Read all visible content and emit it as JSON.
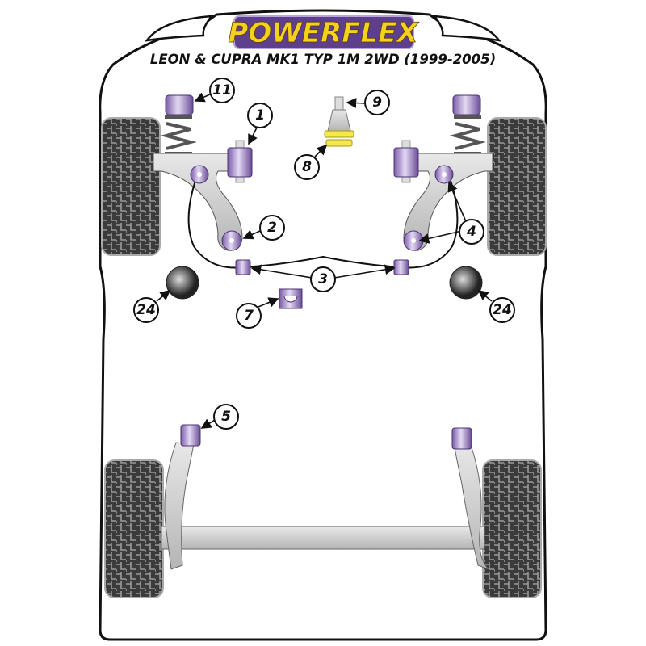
{
  "brand": {
    "name": "POWERFLEX",
    "colors": {
      "purple": "#6b4a9a",
      "yellow": "#f4d21c"
    }
  },
  "title": "LEON & CUPRA MK1 TYP 1M 2WD (1999-2005)",
  "callouts": {
    "c11": "11",
    "c1": "1",
    "c9": "9",
    "c8": "8",
    "c2": "2",
    "c4": "4",
    "c3": "3",
    "c24_left": "24",
    "c7": "7",
    "c24_right": "24",
    "c5": "5"
  },
  "colors": {
    "bush": "#b9a3dc",
    "bush_dark": "#6f4f9d",
    "metal": "#c9c9c9",
    "tyre": "#3a3a3a",
    "mount_yellow": "#f5e84a"
  }
}
